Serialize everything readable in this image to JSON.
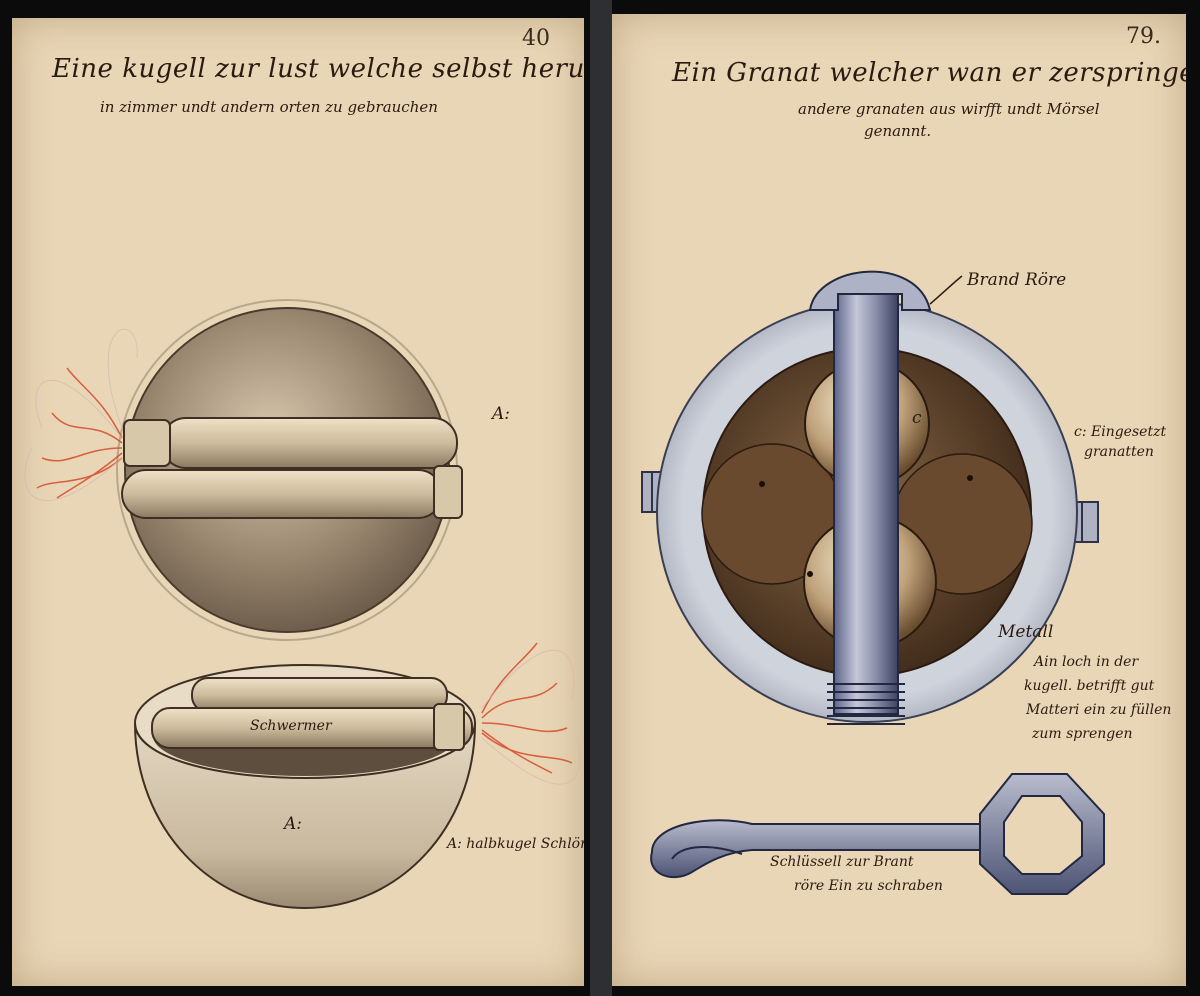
{
  "left_page": {
    "folio": "40",
    "title_line1": "Eine kugell zur lust welche selbst herumb laufft",
    "title_line2": "in zimmer undt andern orten zu gebrauchen",
    "label_fuse": "A:",
    "label_inner": "Schwermer",
    "label_shell": "A:",
    "label_caption": "A: halbkugel Schlör"
  },
  "right_page": {
    "folio": "79.",
    "title_line1": "Ein Granat welcher wan er zerspringet",
    "title_line2": "andere granaten aus wirfft undt Mörsel",
    "title_line3": "genannt.",
    "label_brand_rore": "Brand Röre",
    "label_c_line1": "c: Eingesetzt",
    "label_c_line2": "granatten",
    "label_metall": "Metall",
    "note_line1": "Ain loch in der",
    "note_line2": "kugell. betrifft gut",
    "note_line3": "Matteri ein zu füllen",
    "note_line4": "zum sprengen",
    "key_line1": "Schlüssell zur Brant",
    "key_line2": "röre Ein zu schraben",
    "ball_letter": "c"
  }
}
